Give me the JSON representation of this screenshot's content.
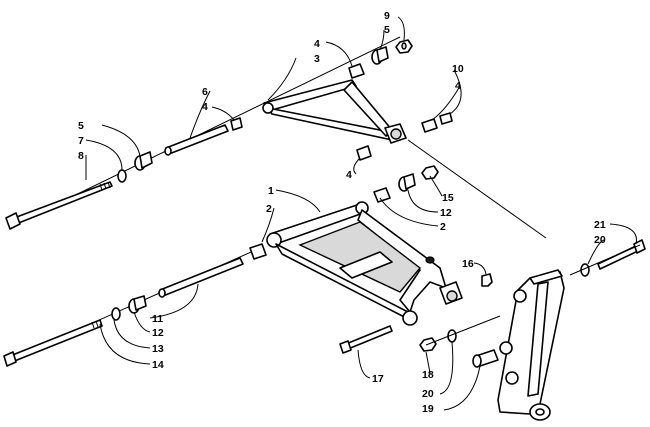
{
  "callouts": {
    "c1": "1",
    "c2a": "2",
    "c2b": "2",
    "c3": "3",
    "c4a": "4",
    "c4b": "4",
    "c4c": "4",
    "c4d": "4",
    "c5a": "5",
    "c5b": "5",
    "c6": "6",
    "c7": "7",
    "c8": "8",
    "c9": "9",
    "c10": "10",
    "c11": "11",
    "c12a": "12",
    "c12b": "12",
    "c13": "13",
    "c14": "14",
    "c15": "15",
    "c16": "16",
    "c17": "17",
    "c18": "18",
    "c19": "19",
    "c20a": "20",
    "c20b": "20",
    "c21": "21"
  }
}
